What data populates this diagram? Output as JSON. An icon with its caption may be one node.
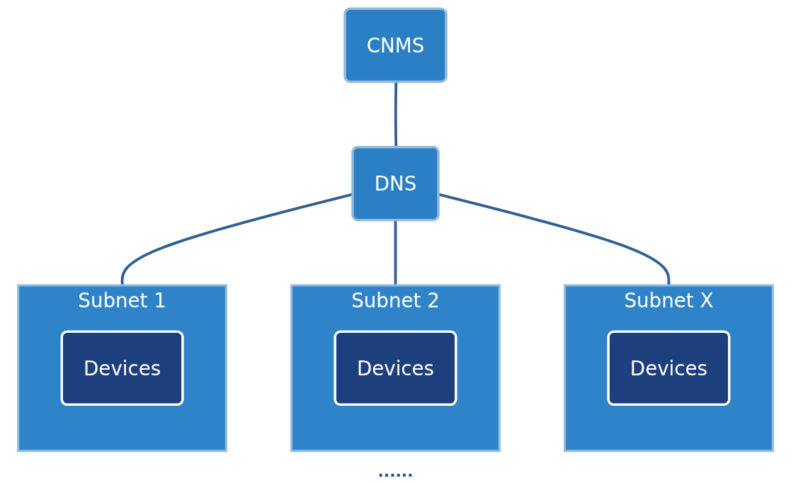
{
  "diagram": {
    "nodes": [
      {
        "text": [
          "CNMS"
        ]
      },
      {
        "text": [
          "DNS"
        ]
      },
      {
        "text": [
          "Subnet 1"
        ]
      },
      {
        "text": [
          "Devices"
        ],
        "in": 2
      },
      {
        "text": [
          "Subnet 2"
        ]
      },
      {
        "text": [
          "Devices"
        ],
        "in": 4
      },
      {
        "text": [
          "Subnet X"
        ]
      },
      {
        "text": [
          "Devices"
        ],
        "in": 6
      }
    ],
    "edges": [
      {
        "from": 0,
        "to": 1,
        "arrow": "none"
      },
      {
        "from": 1,
        "to": 2,
        "arrow": "none"
      },
      {
        "from": 1,
        "to": 4,
        "arrow": "none"
      },
      {
        "from": 1,
        "to": 6,
        "arrow": "none"
      }
    ],
    "labels": [
      "......"
    ]
  }
}
